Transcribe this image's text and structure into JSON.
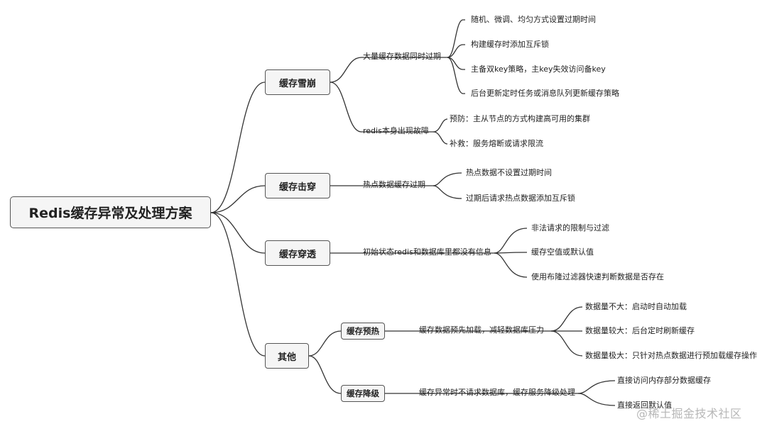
{
  "root": "Redis缓存异常及处理方案",
  "branches": [
    {
      "label": "缓存雪崩",
      "items": [
        {
          "text": "大量缓存数据同时过期",
          "children": [
            "随机、微调、均匀方式设置过期时间",
            "构建缓存时添加互斥锁",
            "主备双key策略，主key失效访问备key",
            "后台更新定时任务或消息队列更新缓存策略"
          ]
        },
        {
          "text": "redis本身出现故障",
          "children": [
            "预防：主从节点的方式构建高可用的集群",
            "补救：服务熔断或请求限流"
          ]
        }
      ]
    },
    {
      "label": "缓存击穿",
      "items": [
        {
          "text": "热点数据缓存过期",
          "children": [
            "热点数据不设置过期时间",
            "过期后请求热点数据添加互斥锁"
          ]
        }
      ]
    },
    {
      "label": "缓存穿透",
      "items": [
        {
          "text": "初始状态redis和数据库里都没有信息",
          "children": [
            "非法请求的限制与过滤",
            "缓存空值或默认值",
            "使用布隆过滤器快速判断数据是否存在"
          ]
        }
      ]
    },
    {
      "label": "其他",
      "sub": [
        {
          "label": "缓存预热",
          "text": "缓存数据预先加载，减轻数据库压力",
          "children": [
            "数据量不大：启动时自动加载",
            "数据量较大：后台定时刷新缓存",
            "数据量极大：只针对热点数据进行预加载缓存操作"
          ]
        },
        {
          "label": "缓存降级",
          "text": "缓存异常时不请求数据库，缓存服务降级处理",
          "children": [
            "直接访问内存部分数据缓存",
            "直接返回默认值"
          ]
        }
      ]
    }
  ],
  "watermark": "@稀土掘金技术社区"
}
